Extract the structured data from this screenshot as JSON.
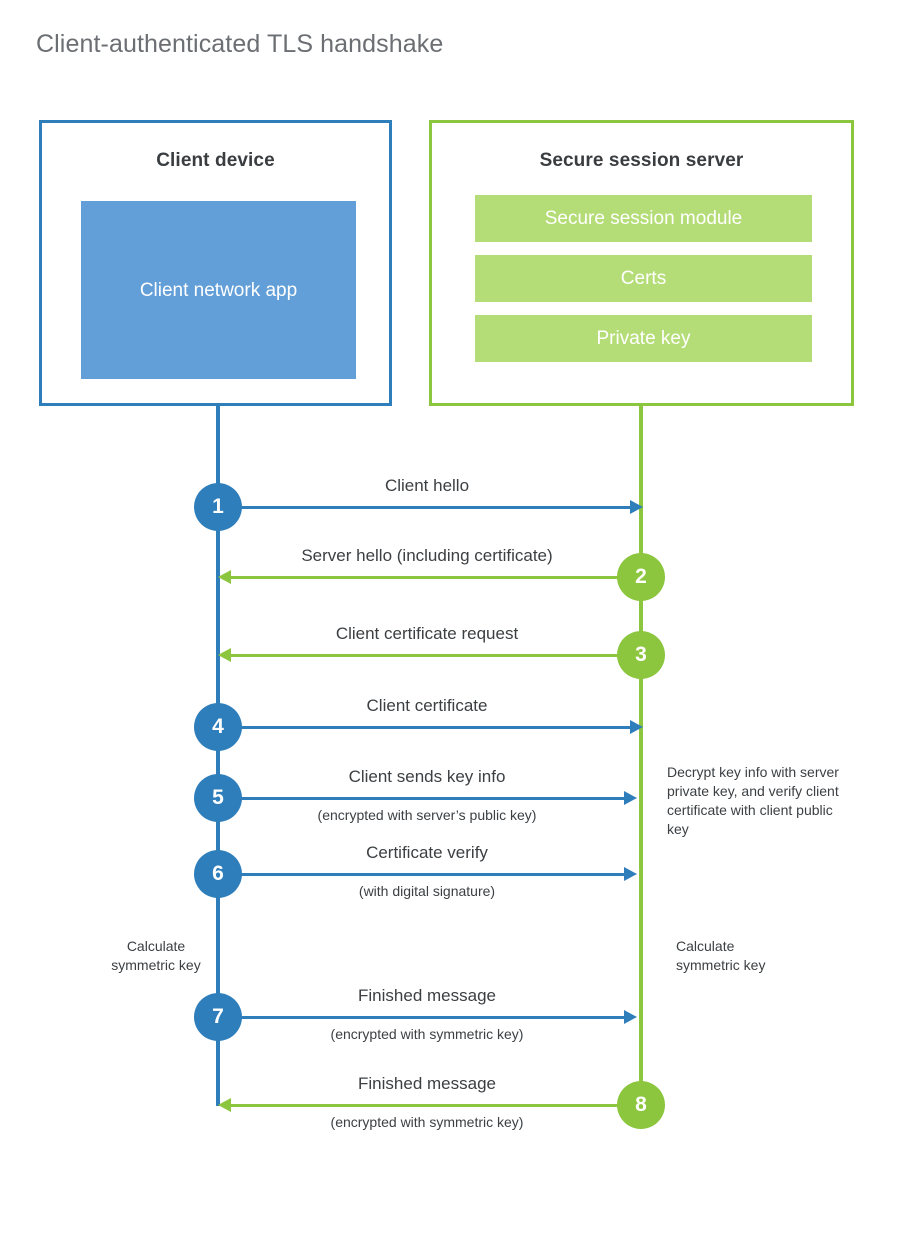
{
  "title": "Client-authenticated TLS handshake",
  "colors": {
    "client_accent": "#2e7ebb",
    "server_accent": "#8cc63e",
    "client_app_fill": "#629ed8",
    "server_module_fill": "#b5dd77",
    "title_text": "#6b6e72",
    "body_text": "#3c4043",
    "background": "#ffffff"
  },
  "client": {
    "title": "Client device",
    "app_label": "Client network app"
  },
  "server": {
    "title": "Secure session server",
    "modules": [
      {
        "label": "Secure session module"
      },
      {
        "label": "Certs"
      },
      {
        "label": "Private key"
      }
    ]
  },
  "notes": {
    "decrypt": "Decrypt key info with server private key, and verify client certificate with client public key",
    "calculate_client": "Calculate symmetric key",
    "calculate_server": "Calculate symmetric key"
  },
  "steps": [
    {
      "number": "1",
      "label": "Client hello",
      "sublabel": "",
      "direction": "client-to-server",
      "color": "blue"
    },
    {
      "number": "2",
      "label": "Server hello (including certificate)",
      "sublabel": "",
      "direction": "server-to-client",
      "color": "green"
    },
    {
      "number": "3",
      "label": "Client certificate request",
      "sublabel": "",
      "direction": "server-to-client",
      "color": "green"
    },
    {
      "number": "4",
      "label": "Client certificate",
      "sublabel": "",
      "direction": "client-to-server",
      "color": "blue"
    },
    {
      "number": "5",
      "label": "Client sends key info",
      "sublabel": "(encrypted with server’s public key)",
      "direction": "client-to-server",
      "color": "blue"
    },
    {
      "number": "6",
      "label": "Certificate verify",
      "sublabel": "(with digital signature)",
      "direction": "client-to-server",
      "color": "blue"
    },
    {
      "number": "7",
      "label": "Finished message",
      "sublabel": "(encrypted with symmetric key)",
      "direction": "client-to-server",
      "color": "blue"
    },
    {
      "number": "8",
      "label": "Finished message",
      "sublabel": "(encrypted with symmetric key)",
      "direction": "server-to-client",
      "color": "green"
    }
  ]
}
